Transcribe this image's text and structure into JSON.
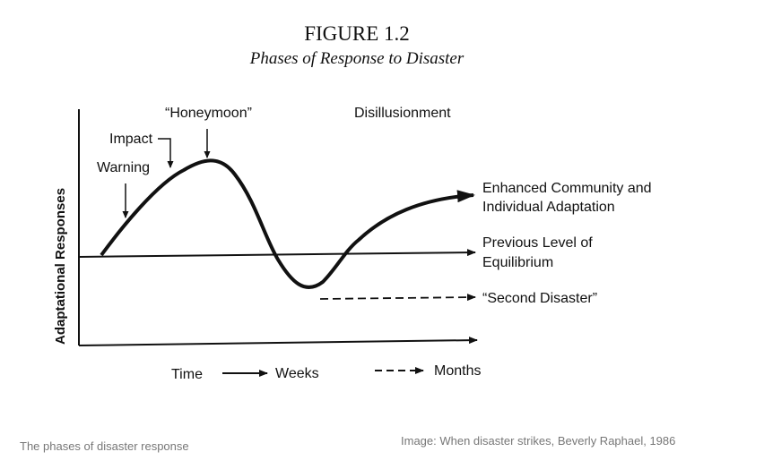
{
  "figure": {
    "title": "FIGURE 1.2",
    "subtitle": "Phases of Response to Disaster",
    "y_axis_label": "Adaptational Responses",
    "phases": {
      "warning": "Warning",
      "impact": "Impact",
      "honeymoon": "“Honeymoon”",
      "disillusionment": "Disillusionment"
    },
    "outcomes": {
      "enhanced_line1": "Enhanced Community and",
      "enhanced_line2": "Individual Adaptation",
      "previous_line1": "Previous Level of",
      "previous_line2": "Equilibrium",
      "second_disaster": "“Second Disaster”"
    },
    "time_legend": {
      "time": "Time",
      "weeks": "Weeks",
      "months": "Months"
    }
  },
  "caption": "The phases of disaster response",
  "credit": "Image: When disaster strikes, Beverly Raphael, 1986"
}
